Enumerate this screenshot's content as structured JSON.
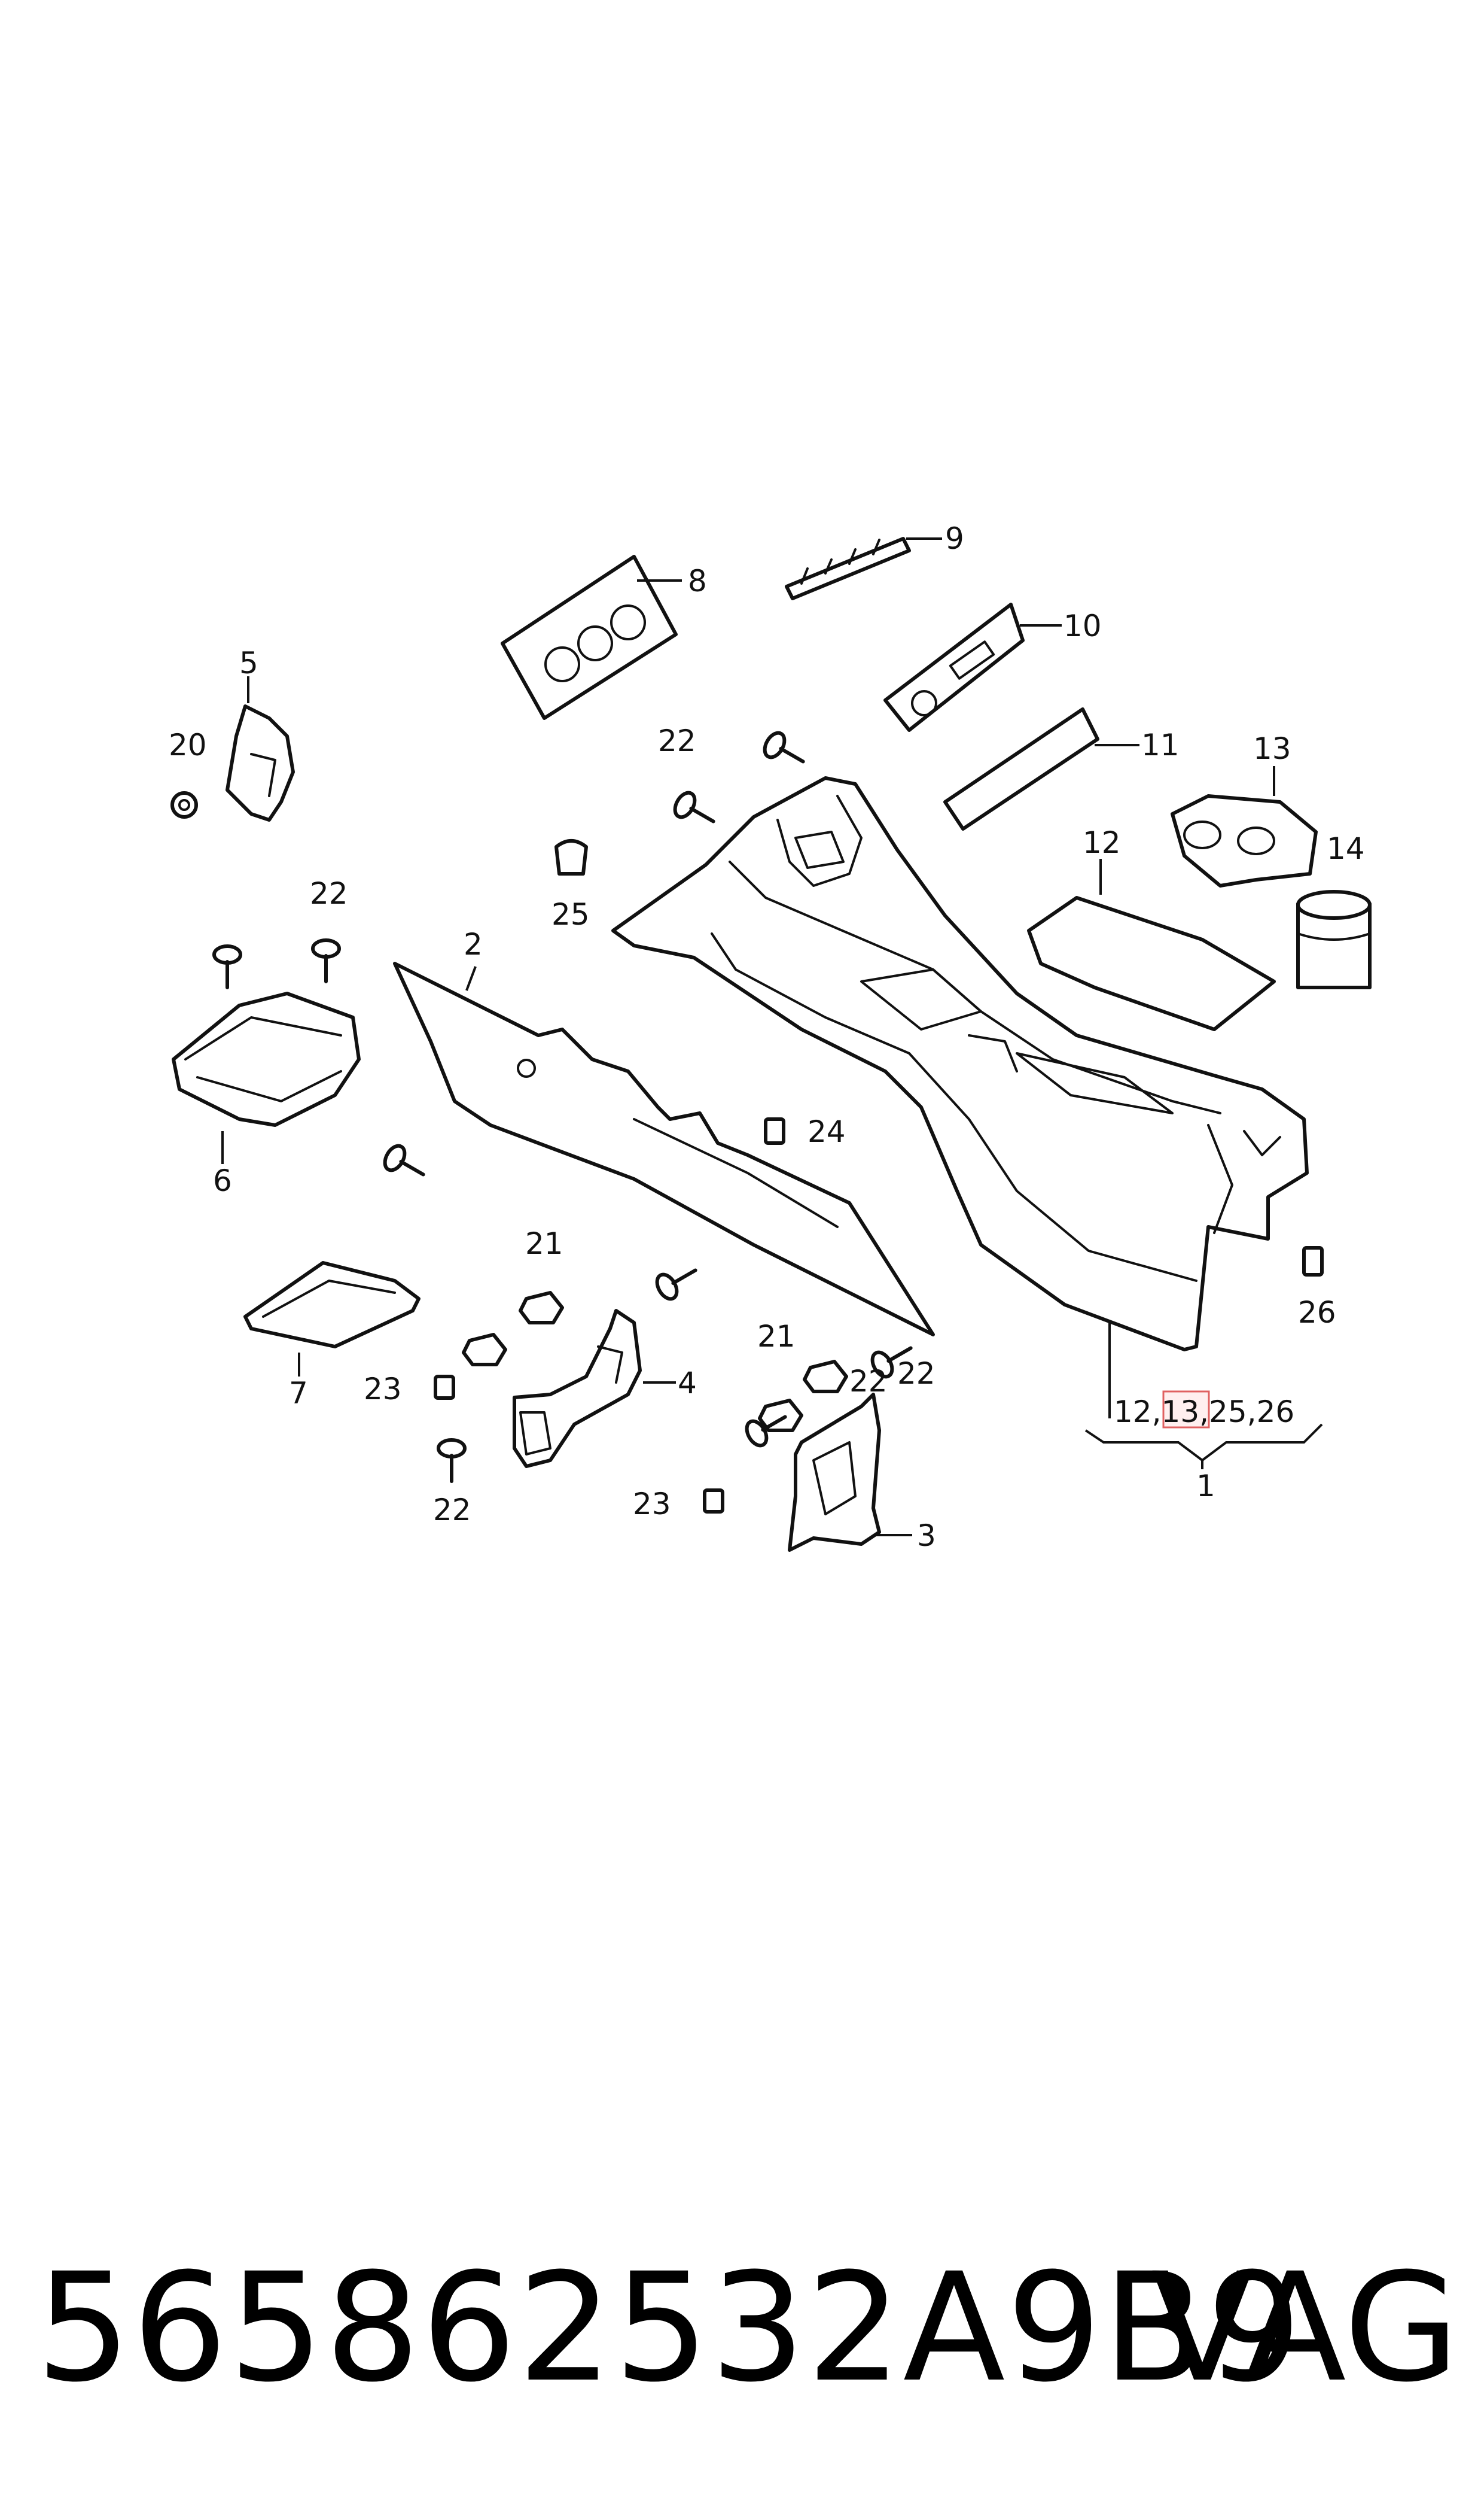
{
  "callouts": {
    "c1": "1",
    "c2": "2",
    "c3": "3",
    "c4": "4",
    "c5": "5",
    "c6": "6",
    "c7": "7",
    "c8": "8",
    "c9": "9",
    "c10": "10",
    "c11": "11",
    "c12": "12",
    "c13": "13",
    "c14": "14",
    "c20": "20",
    "c21a": "21",
    "c21b": "21",
    "c22a": "22",
    "c22b": "22",
    "c22c": "22",
    "c22d": "22",
    "c22e": "22",
    "c23a": "23",
    "c23b": "23",
    "c24": "24",
    "c25": "25",
    "c26": "26"
  },
  "group_label": {
    "part_a": "12,",
    "part_b": "13",
    "part_c": ",25,26"
  },
  "highlight_color": "#e06060",
  "footer": {
    "part_number": "565862532A9B9",
    "brand": "VAG"
  }
}
